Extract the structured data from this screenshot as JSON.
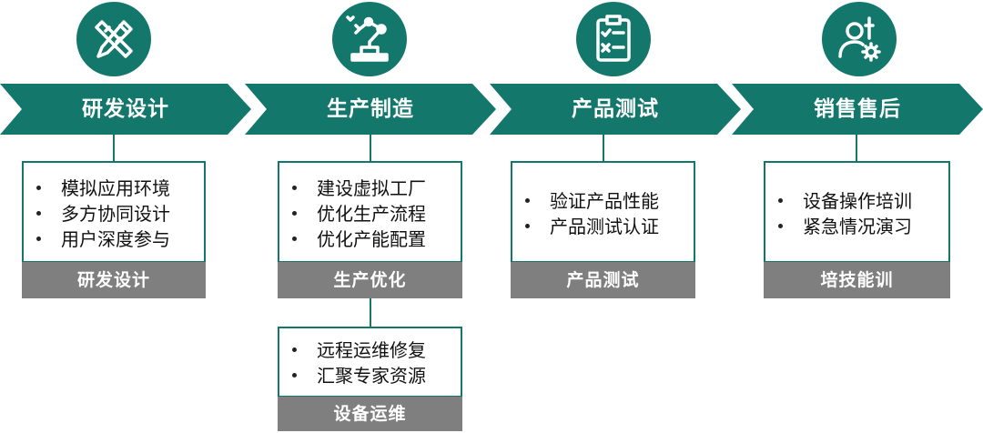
{
  "stages": [
    {
      "title": "研发设计",
      "icon": "pencil-ruler-icon",
      "bullets": [
        "模拟应用环境",
        "多方协同设计",
        "用户深度参与"
      ],
      "footer": "研发设计"
    },
    {
      "title": "生产制造",
      "icon": "robot-arm-icon",
      "bullets": [
        "建设虚拟工厂",
        "优化生产流程",
        "优化产能配置"
      ],
      "footer": "生产优化"
    },
    {
      "title": "产品测试",
      "icon": "clipboard-checklist-icon",
      "bullets": [
        "验证产品性能",
        "产品测试认证"
      ],
      "footer": "产品测试"
    },
    {
      "title": "销售售后",
      "icon": "person-gear-icon",
      "bullets": [
        "设备操作培训",
        "紧急情况演习"
      ],
      "footer": "培技能训"
    }
  ],
  "extra_card": {
    "bullets": [
      "远程运维修复",
      "汇聚专家资源"
    ],
    "footer": "设备运维"
  },
  "colors": {
    "accent": "#13776c",
    "footer_bar": "#7f7f7f"
  }
}
